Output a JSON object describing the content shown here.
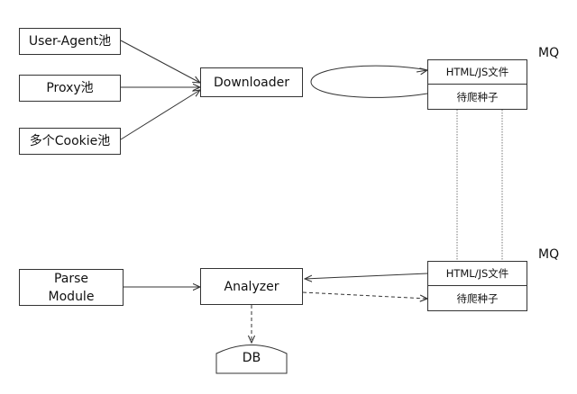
{
  "inputs": {
    "user_agent": "User-Agent池",
    "proxy": "Proxy池",
    "cookie": "多个Cookie池",
    "parse_module": "Parse\nModule"
  },
  "nodes": {
    "downloader": "Downloader",
    "analyzer": "Analyzer",
    "db": "DB"
  },
  "mq_top": {
    "label": "MQ",
    "cell1": "HTML/JS文件",
    "cell2": "待爬种子"
  },
  "mq_bottom": {
    "label": "MQ",
    "cell1": "HTML/JS文件",
    "cell2": "待爬种子"
  }
}
